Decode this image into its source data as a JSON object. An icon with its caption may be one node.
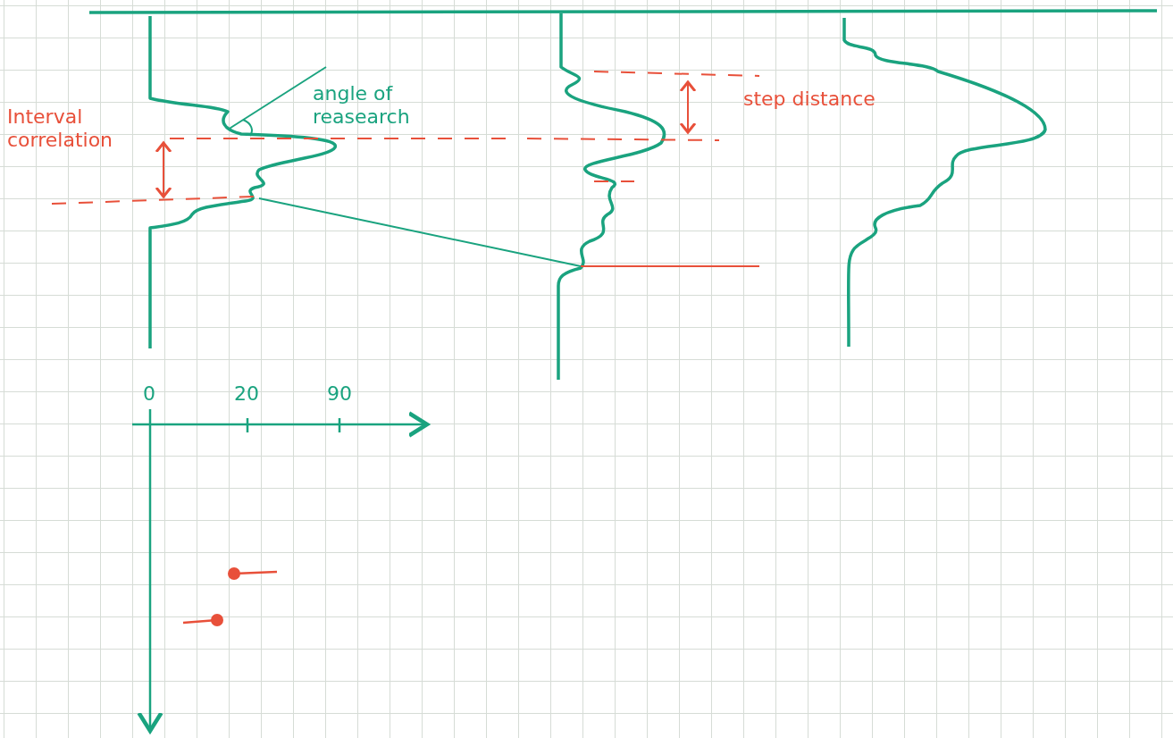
{
  "diagram": {
    "labels": [
      "Interval correlation",
      "angle of reasearch",
      "step distance",
      "0",
      "20",
      "90"
    ]
  }
}
